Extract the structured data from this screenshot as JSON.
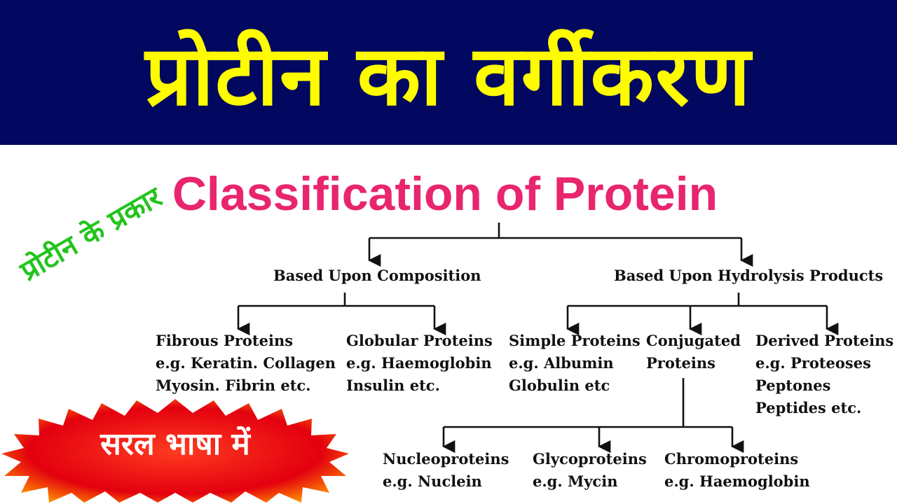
{
  "banner": {
    "title": "प्रोटीन का वर्गीकरण",
    "bg_color": "#02075f",
    "text_color": "#fffc00"
  },
  "subtitle": {
    "text": "Classification of Protein",
    "color": "#e8256e"
  },
  "stamp": {
    "text": "प्रोटीन के प्रकार",
    "color": "#23c41d"
  },
  "burst": {
    "text": "सरल भाषा में",
    "color": "#e3000f"
  },
  "tree": {
    "composition": "Based Upon Composition",
    "hydrolysis": "Based Upon Hydrolysis Products",
    "fibrous": [
      "Fibrous Proteins",
      "e.g. Keratin. Collagen",
      "Myosin. Fibrin etc."
    ],
    "globular": [
      "Globular Proteins",
      "e.g. Haemoglobin",
      "Insulin etc."
    ],
    "simple": [
      "Simple Proteins",
      "e.g. Albumin",
      "Globulin etc"
    ],
    "conjugated": [
      "Conjugated",
      "Proteins"
    ],
    "derived": [
      "Derived Proteins",
      "e.g. Proteoses",
      "Peptones",
      "Peptides etc."
    ],
    "nucleo": [
      "Nucleoproteins",
      "e.g. Nuclein"
    ],
    "glyco": [
      "Glycoproteins",
      "e.g. Mycin"
    ],
    "chromo": [
      "Chromoproteins",
      "e.g. Haemoglobin"
    ]
  }
}
